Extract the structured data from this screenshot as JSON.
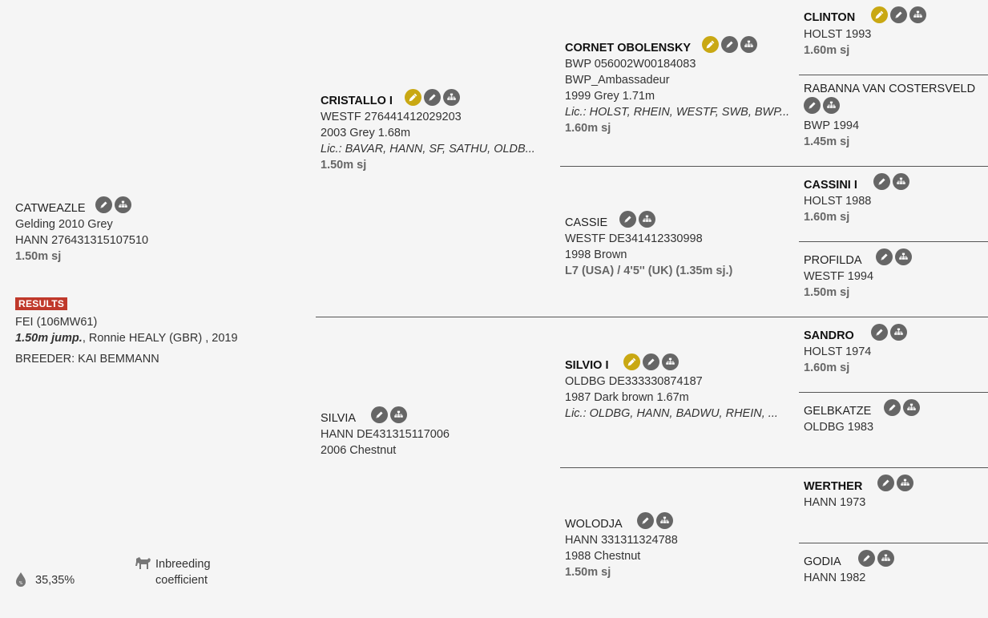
{
  "horse": {
    "name": "CATWEAZLE",
    "line1": "Gelding 2010 Grey",
    "line2": "HANN 276431315107510",
    "perf": "1.50m sj",
    "results_badge": "RESULTS",
    "fei": "FEI (106MW61)",
    "result_jump": "1.50m jump.",
    "result_rest": ", Ronnie HEALY (GBR) , 2019",
    "breeder": "BREEDER: KAI BEMMANN",
    "inbreeding_value": "35,35%",
    "inbreeding_label_1": "Inbreeding",
    "inbreeding_label_2": "coefficient"
  },
  "sire": {
    "name": "CRISTALLO I",
    "reg": "WESTF 276441412029203",
    "info": "2003 Grey 1.68m",
    "lic": "Lic.: BAVAR, HANN, SF, SATHU, OLDB...",
    "perf": "1.50m sj"
  },
  "dam": {
    "name": "SILVIA",
    "reg": "HANN DE431315117006",
    "info": "2006 Chestnut"
  },
  "ss": {
    "name": "CORNET OBOLENSKY",
    "reg": "BWP 056002W00184083",
    "line2": "BWP_Ambassadeur",
    "info": "1999 Grey 1.71m",
    "lic": "Lic.: HOLST, RHEIN, WESTF, SWB, BWP...",
    "perf": "1.60m sj"
  },
  "sd": {
    "name": "CASSIE",
    "reg": "WESTF DE341412330998",
    "info": "1998 Brown",
    "perf": "L7 (USA) / 4'5'' (UK) (1.35m sj.)"
  },
  "ds": {
    "name": "SILVIO I",
    "reg": "OLDBG DE333330874187",
    "info": "1987 Dark brown 1.67m",
    "lic": "Lic.: OLDBG, HANN, BADWU, RHEIN, ..."
  },
  "dd": {
    "name": "WOLODJA",
    "reg": "HANN 331311324788",
    "info": "1988 Chestnut",
    "perf": "1.50m sj"
  },
  "g": [
    {
      "name": "CLINTON",
      "reg": "HOLST 1993",
      "perf": "1.60m sj"
    },
    {
      "name": "RABANNA VAN COSTERSVELD",
      "reg": "BWP 1994",
      "perf": "1.45m sj"
    },
    {
      "name": "CASSINI I",
      "reg": "HOLST 1988",
      "perf": "1.60m sj"
    },
    {
      "name": "PROFILDA",
      "reg": "WESTF 1994",
      "perf": "1.50m sj"
    },
    {
      "name": "SANDRO",
      "reg": "HOLST 1974",
      "perf": "1.60m sj"
    },
    {
      "name": "GELBKATZE",
      "reg": "OLDBG 1983",
      "perf": ""
    },
    {
      "name": "WERTHER",
      "reg": "HANN 1973",
      "perf": ""
    },
    {
      "name": "GODIA",
      "reg": "HANN 1982",
      "perf": ""
    }
  ],
  "icons": {
    "gold_color": "#c9a813",
    "grey_color": "#666666",
    "names": [
      "syringe-icon",
      "pencil-icon",
      "pedigree-tree-icon"
    ]
  }
}
